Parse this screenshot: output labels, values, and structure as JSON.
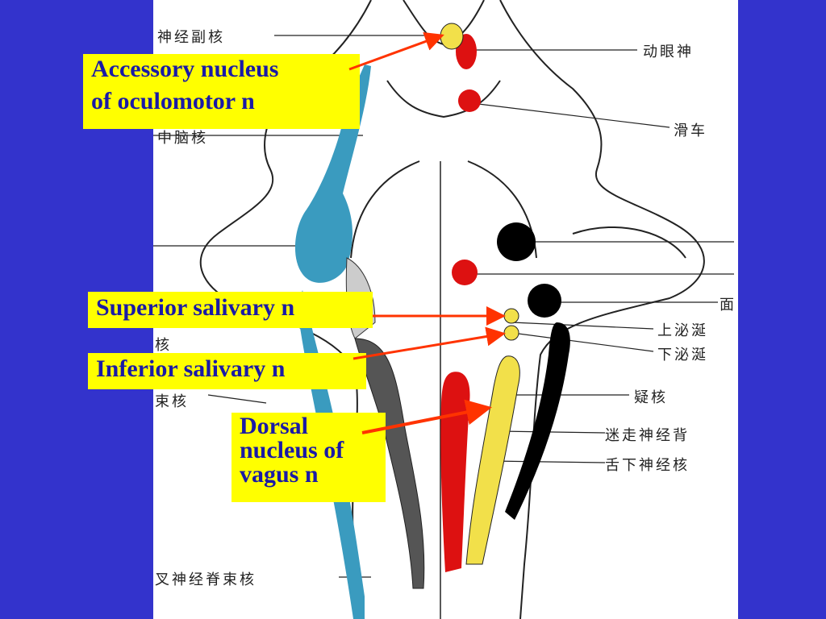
{
  "labels": {
    "accessory": [
      "Accessory nucleus",
      "of oculomotor n"
    ],
    "superior": "Superior salivary n",
    "inferior": "Inferior salivary n",
    "dorsal": [
      "Dorsal",
      "nucleus of",
      "vagus n"
    ]
  },
  "chinese_labels": {
    "left_top": "神经副核",
    "left_mid": "中脑核",
    "left_mid2": "核",
    "left_low": "束核",
    "left_bottom": "叉神经脊束核",
    "right_1": "动眼神",
    "right_2": "滑车",
    "right_3": "面",
    "right_4": "上泌涎",
    "right_5": "下泌涎",
    "right_6": "疑核",
    "right_7": "迷走神经背",
    "right_8": "舌下神经核"
  },
  "colors": {
    "background": "#3333cc",
    "panel": "#ffffff",
    "label_box": "#ffff00",
    "label_text": "#1a1aa6",
    "arrow": "#ff3300",
    "nucleus_red": "#dd1111",
    "nucleus_yellow": "#f2e04a",
    "nucleus_black": "#000000",
    "trigeminal_blue": "#3a9bbf"
  }
}
